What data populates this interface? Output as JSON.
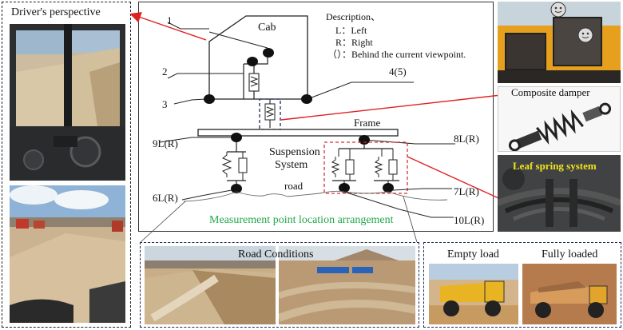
{
  "driver_panel": {
    "title": "Driver's perspective"
  },
  "diagram": {
    "cab_label": "Cab",
    "description": {
      "heading": "Description、",
      "left": "L：Left",
      "right": "R：Right",
      "behind": "（）：Behind the current viewpoint."
    },
    "point_labels": {
      "p1": "1",
      "p2": "2",
      "p3": "3",
      "p45": "4(5)",
      "p9": "9L(R)",
      "p8": "8L(R)",
      "p6": "6L(R)",
      "p7": "7L(R)",
      "p10": "10L(R)"
    },
    "frame_label": "Frame",
    "suspension_label_1": "Suspension",
    "suspension_label_2": "System",
    "road_label": "road",
    "caption": "Measurement point location arrangement",
    "caption_color": "#22a84a"
  },
  "right_panel": {
    "composite_damper": "Composite damper",
    "leaf_spring": "Leaf spring system",
    "leaf_spring_color": "#f2e31a"
  },
  "road_conditions": {
    "title": "Road Conditions"
  },
  "load_panel": {
    "empty": "Empty load",
    "full": "Fully loaded"
  },
  "colors": {
    "arrow": "#e02020",
    "dash_blue": "#1d2a5b",
    "dash_red": "#d63030"
  }
}
